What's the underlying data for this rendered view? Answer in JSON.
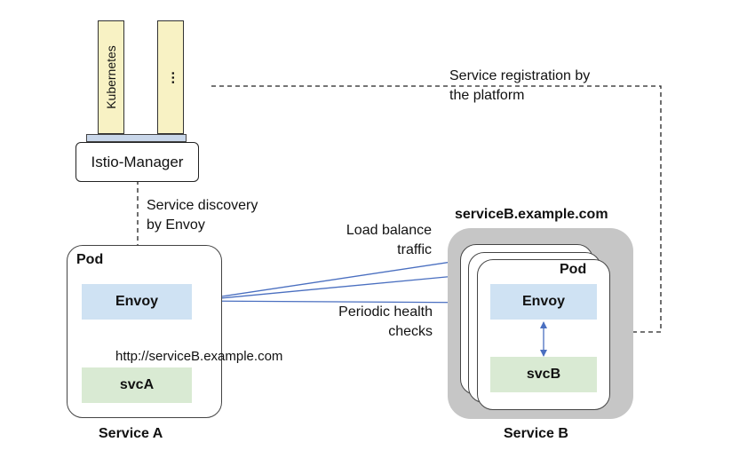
{
  "platform": {
    "kubernetes_label": "Kubernetes",
    "other_label": "…"
  },
  "manager": {
    "label": "Istio-Manager"
  },
  "annotations": {
    "service_registration": [
      "Service registration by",
      "the platform"
    ],
    "service_discovery": [
      "Service discovery",
      "by Envoy"
    ],
    "load_balance": [
      "Load balance",
      "traffic"
    ],
    "health_checks": [
      "Periodic health",
      "checks"
    ],
    "url": "http://serviceB.example.com"
  },
  "service_a": {
    "pod_label": "Pod",
    "envoy_label": "Envoy",
    "app_label": "svcA",
    "caption": "Service A"
  },
  "service_b": {
    "domain": "serviceB.example.com",
    "pod_label": "Pod",
    "envoy_label": "Envoy",
    "app_label": "svcB",
    "caption": "Service B"
  },
  "colors": {
    "envoy": "#cfe2f3",
    "app": "#d9ead3",
    "platform": "#f8f2c4",
    "arrow": "#4a6fc0",
    "cluster_bg": "#c6c6c6"
  }
}
